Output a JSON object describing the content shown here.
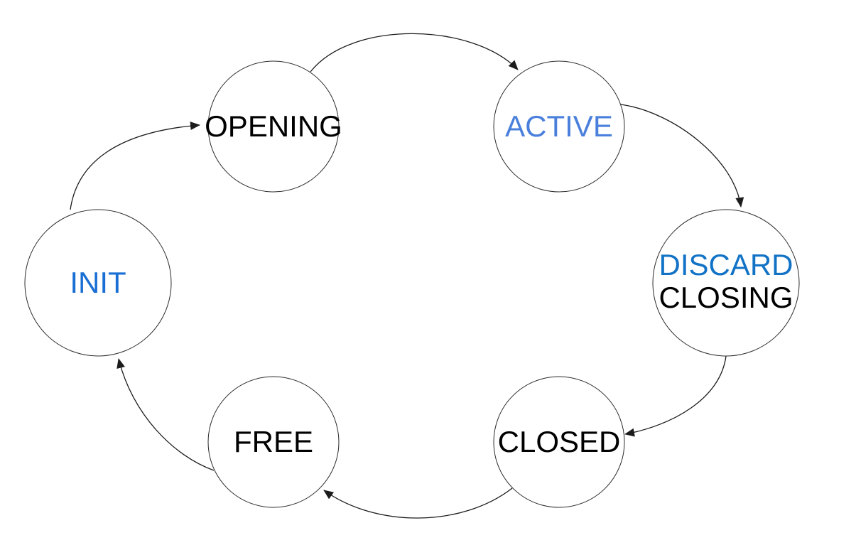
{
  "colors": {
    "background": "#ffffff",
    "line": "#1c1c1c",
    "init_blue": "#1a6fd4",
    "active_blue": "#4a80dc",
    "discard_blue": "#1273c6",
    "black": "#000000"
  },
  "nodes": {
    "init": {
      "label": "INIT",
      "color": "#1a6fd4"
    },
    "opening": {
      "label": "OPENING",
      "color": "#000000"
    },
    "active": {
      "label": "ACTIVE",
      "color": "#4a80dc"
    },
    "discard_closing": {
      "line1": "DISCARD",
      "line1_color": "#1273c6",
      "line2": "CLOSING",
      "line2_color": "#000000"
    },
    "closed": {
      "label": "CLOSED",
      "color": "#000000"
    },
    "free": {
      "label": "FREE",
      "color": "#000000"
    }
  },
  "edges": [
    {
      "from": "INIT",
      "to": "OPENING"
    },
    {
      "from": "OPENING",
      "to": "ACTIVE"
    },
    {
      "from": "ACTIVE",
      "to": "DISCARD CLOSING"
    },
    {
      "from": "DISCARD CLOSING",
      "to": "CLOSED"
    },
    {
      "from": "CLOSED",
      "to": "FREE"
    },
    {
      "from": "FREE",
      "to": "INIT"
    }
  ]
}
